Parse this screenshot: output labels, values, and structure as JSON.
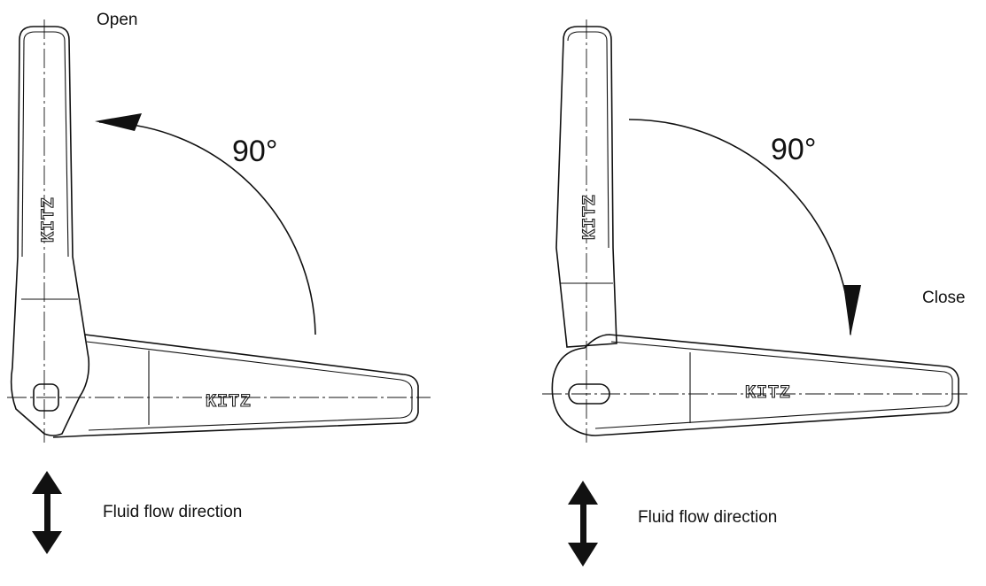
{
  "labels": {
    "open": "Open",
    "close": "Close",
    "flow_left": "Fluid flow direction",
    "flow_right": "Fluid flow direction",
    "angle_left": "90°",
    "angle_right": "90°",
    "brand_left_vertical": "KITZ",
    "brand_left_horizontal": "KITZ",
    "brand_right_vertical": "KITZ",
    "brand_right_horizontal": "KITZ"
  }
}
